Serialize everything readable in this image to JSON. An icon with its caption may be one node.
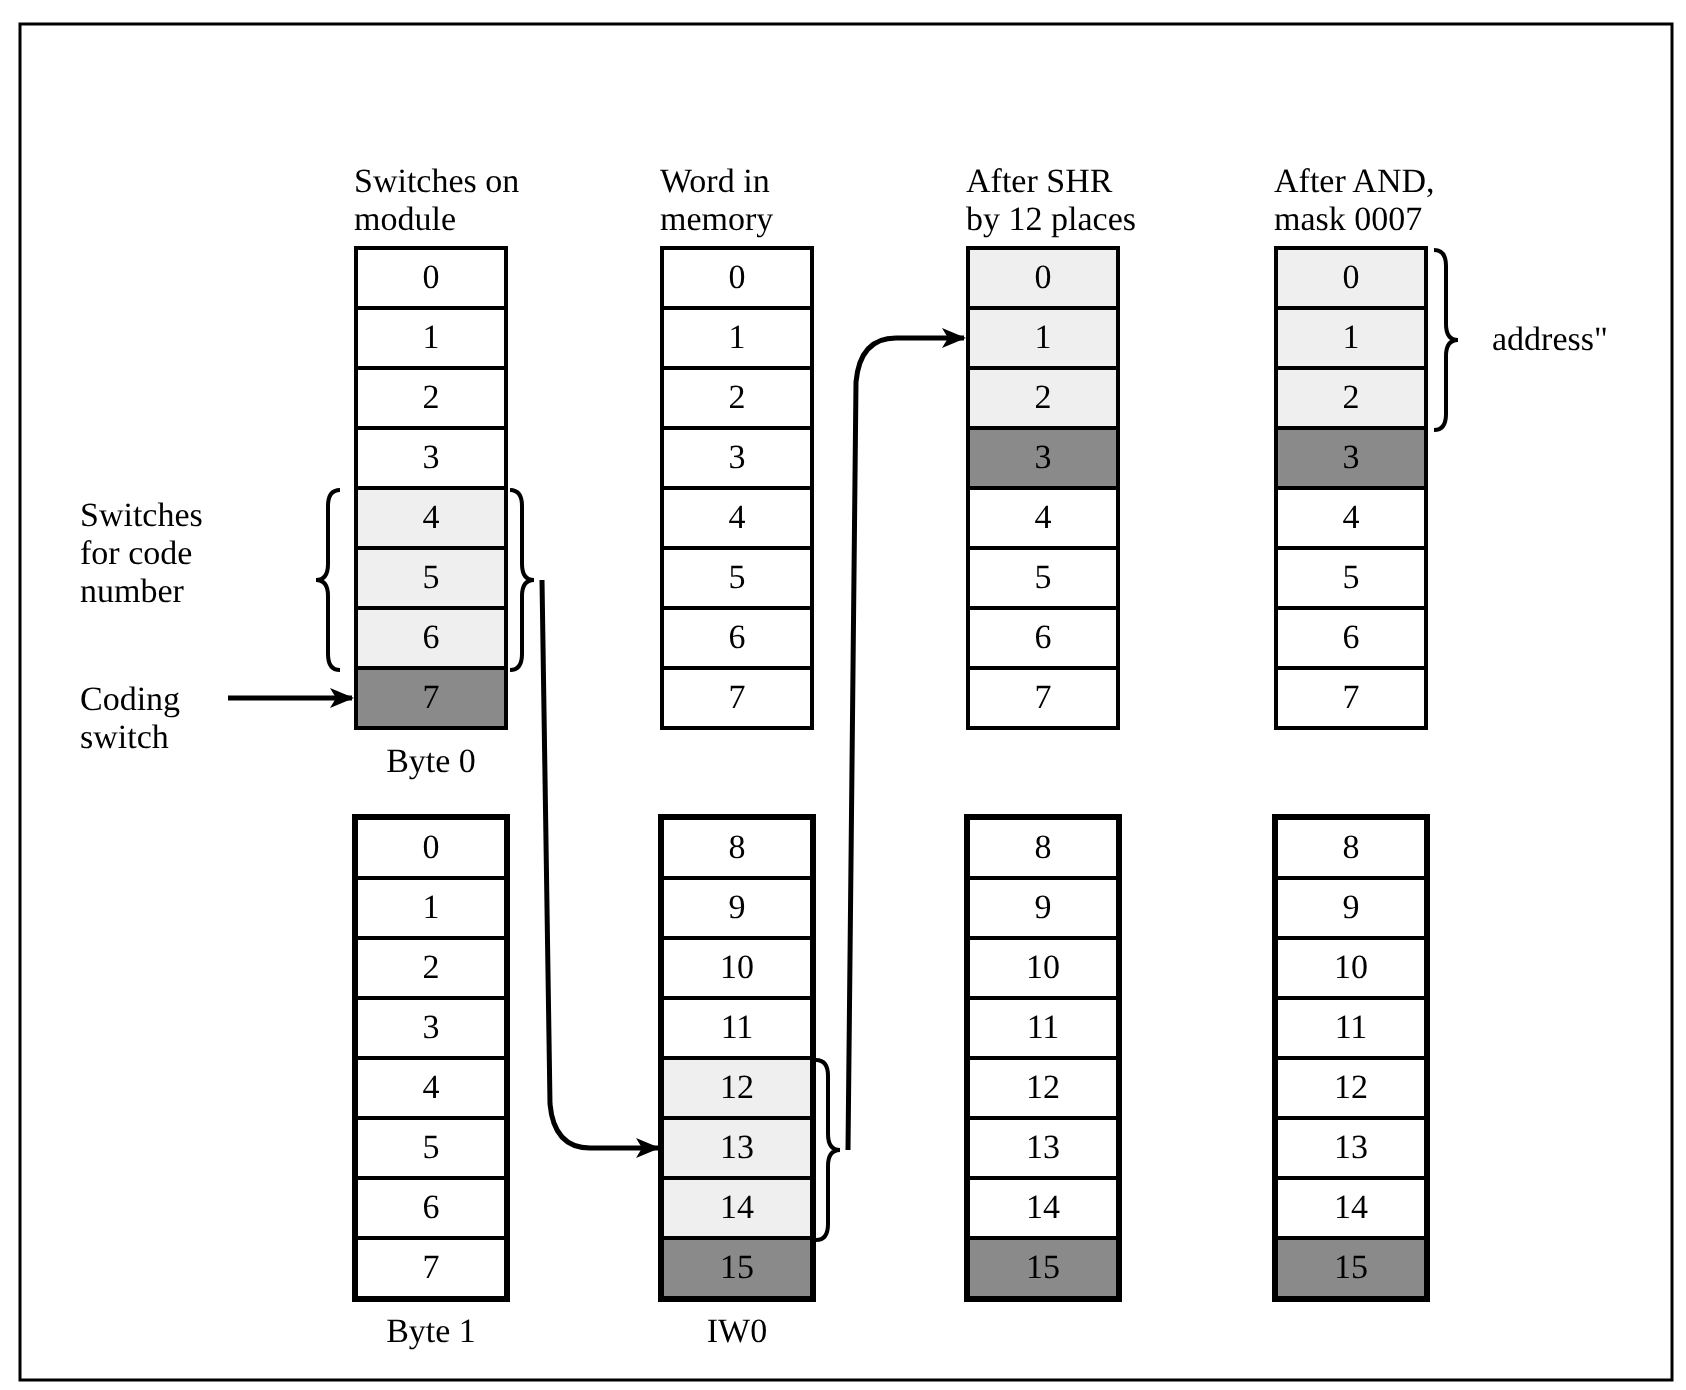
{
  "diagram": {
    "nodes": [
      {
        "text": [
          "Switches on module"
        ],
        "beside": [
          "Byte 0"
        ]
      },
      {
        "text": [
          "0"
        ],
        "in": 0
      },
      {
        "text": [
          "1"
        ],
        "in": 0
      },
      {
        "text": [
          "2"
        ],
        "in": 0
      },
      {
        "text": [
          "3"
        ],
        "in": 0
      },
      {
        "text": [
          "4"
        ],
        "in": 0
      },
      {
        "text": [
          "5"
        ],
        "in": 0
      },
      {
        "text": [
          "6"
        ],
        "in": 0
      },
      {
        "text": [
          "7"
        ],
        "in": 0
      },
      {
        "text": [
          "Word in memory"
        ]
      },
      {
        "text": [
          "0"
        ],
        "in": 9
      },
      {
        "text": [
          "1"
        ],
        "in": 9
      },
      {
        "text": [
          "2"
        ],
        "in": 9
      },
      {
        "text": [
          "3"
        ],
        "in": 9
      },
      {
        "text": [
          "4"
        ],
        "in": 9
      },
      {
        "text": [
          "5"
        ],
        "in": 9
      },
      {
        "text": [
          "6"
        ],
        "in": 9
      },
      {
        "text": [
          "7"
        ],
        "in": 9
      },
      {
        "text": [
          "After SHR by 12 places"
        ]
      },
      {
        "text": [
          "0"
        ],
        "in": 18
      },
      {
        "text": [
          "1"
        ],
        "in": 18
      },
      {
        "text": [
          "2"
        ],
        "in": 18
      },
      {
        "text": [
          "3"
        ],
        "in": 18
      },
      {
        "text": [
          "4"
        ],
        "in": 18
      },
      {
        "text": [
          "5"
        ],
        "in": 18
      },
      {
        "text": [
          "6"
        ],
        "in": 18
      },
      {
        "text": [
          "7"
        ],
        "in": 18
      },
      {
        "text": [
          "After AND, mask 0007"
        ]
      },
      {
        "text": [
          "0"
        ],
        "in": 27
      },
      {
        "text": [
          "1"
        ],
        "in": 27
      },
      {
        "text": [
          "2"
        ],
        "in": 27
      },
      {
        "text": [
          "3"
        ],
        "in": 27
      },
      {
        "text": [
          "4"
        ],
        "in": 27
      },
      {
        "text": [
          "5"
        ],
        "in": 27
      },
      {
        "text": [
          "6"
        ],
        "in": 27
      },
      {
        "text": [
          "7"
        ],
        "in": 27
      },
      {
        "text": [
          "Coding switch"
        ]
      },
      {
        "text": [],
        "shape": "brace"
      },
      {
        "text": [],
        "shape": "box",
        "beside": [
          "Byte 1"
        ]
      },
      {
        "text": [
          "0"
        ],
        "in": 38
      },
      {
        "text": [
          "1"
        ],
        "in": 38
      },
      {
        "text": [
          "2"
        ],
        "in": 38
      },
      {
        "text": [
          "3"
        ],
        "in": 38
      },
      {
        "text": [
          "4"
        ],
        "in": 38
      },
      {
        "text": [
          "5"
        ],
        "in": 38
      },
      {
        "text": [
          "6"
        ],
        "in": 38
      },
      {
        "text": [
          "7"
        ],
        "in": 38
      },
      {
        "text": [],
        "shape": "box",
        "beside": [
          "IW0"
        ]
      },
      {
        "text": [
          "8"
        ],
        "in": 47
      },
      {
        "text": [
          "9"
        ],
        "in": 47
      },
      {
        "text": [
          "10"
        ],
        "in": 47
      },
      {
        "text": [
          "11"
        ],
        "in": 47
      },
      {
        "text": [
          "12"
        ],
        "in": 47
      },
      {
        "text": [
          "13"
        ],
        "in": 47
      },
      {
        "text": [
          "14"
        ],
        "in": 47
      },
      {
        "text": [
          "15"
        ],
        "in": 47
      },
      {
        "text": [],
        "shape": "box"
      },
      {
        "text": [
          "8"
        ],
        "in": 56
      },
      {
        "text": [
          "9"
        ],
        "in": 56
      },
      {
        "text": [
          "10"
        ],
        "in": 56
      },
      {
        "text": [
          "11"
        ],
        "in": 56
      },
      {
        "text": [
          "12"
        ],
        "in": 56
      },
      {
        "text": [
          "13"
        ],
        "in": 56
      },
      {
        "text": [
          "14"
        ],
        "in": 56
      },
      {
        "text": [
          "15"
        ],
        "in": 56
      },
      {
        "text": [],
        "shape": "box"
      },
      {
        "text": [
          "8"
        ],
        "in": 65
      },
      {
        "text": [
          "9"
        ],
        "in": 65
      },
      {
        "text": [
          "10"
        ],
        "in": 65
      },
      {
        "text": [
          "11"
        ],
        "in": 65
      },
      {
        "text": [
          "12"
        ],
        "in": 65
      },
      {
        "text": [
          "13"
        ],
        "in": 65
      },
      {
        "text": [
          "14"
        ],
        "in": 65
      },
      {
        "text": [
          "15"
        ],
        "in": 65
      },
      {
        "text": [],
        "shape": "brace"
      }
    ],
    "edges": [
      {
        "from": 36,
        "to": 8,
        "arrow": "to"
      },
      {
        "from": 37,
        "to": 53,
        "arrow": "to"
      },
      {
        "from": 74,
        "to": 20,
        "arrow": "to"
      }
    ],
    "labels": [
      "address\"",
      "Switches for code number"
    ]
  }
}
